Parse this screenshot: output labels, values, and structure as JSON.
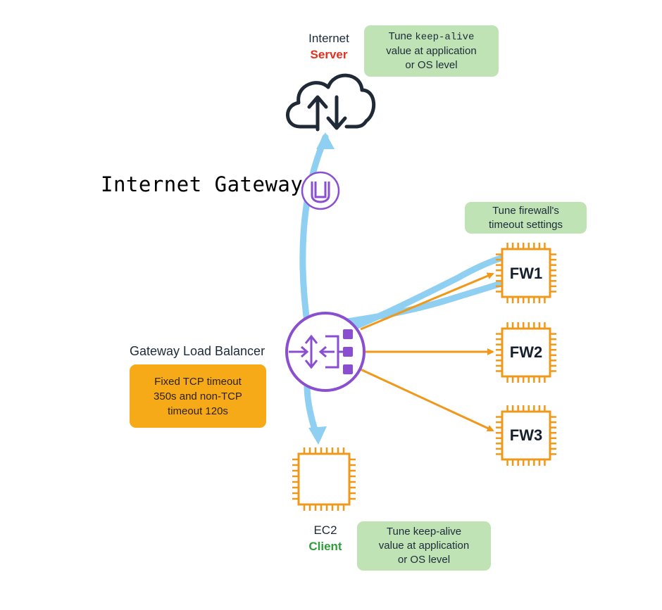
{
  "internet": {
    "line1": "Internet",
    "line2": "Server"
  },
  "note_server": {
    "prefix": "Tune ",
    "code": "keep-alive",
    "line2": "value at application",
    "line3": "or OS level"
  },
  "internet_gateway_label": "Internet Gateway",
  "note_firewall": {
    "line1": "Tune firewall's",
    "line2": "timeout settings"
  },
  "firewalls": [
    "FW1",
    "FW2",
    "FW3"
  ],
  "gwlb_label": "Gateway Load Balancer",
  "note_gwlb": {
    "line1": "Fixed TCP timeout",
    "line2": "350s and non-TCP",
    "line3": "timeout 120s"
  },
  "ec2": {
    "line1": "EC2",
    "line2": "Client"
  },
  "note_client": {
    "line1": "Tune keep-alive",
    "line2": "value at application",
    "line3": "or OS level"
  },
  "colors": {
    "flow": "#8fd0f2",
    "orange": "#f0981a",
    "purple": "#8a4fd0",
    "note_green": "#bfe3b4",
    "note_orange": "#f7aa17",
    "server_red": "#e0311f",
    "client_green": "#2f9e3a"
  }
}
